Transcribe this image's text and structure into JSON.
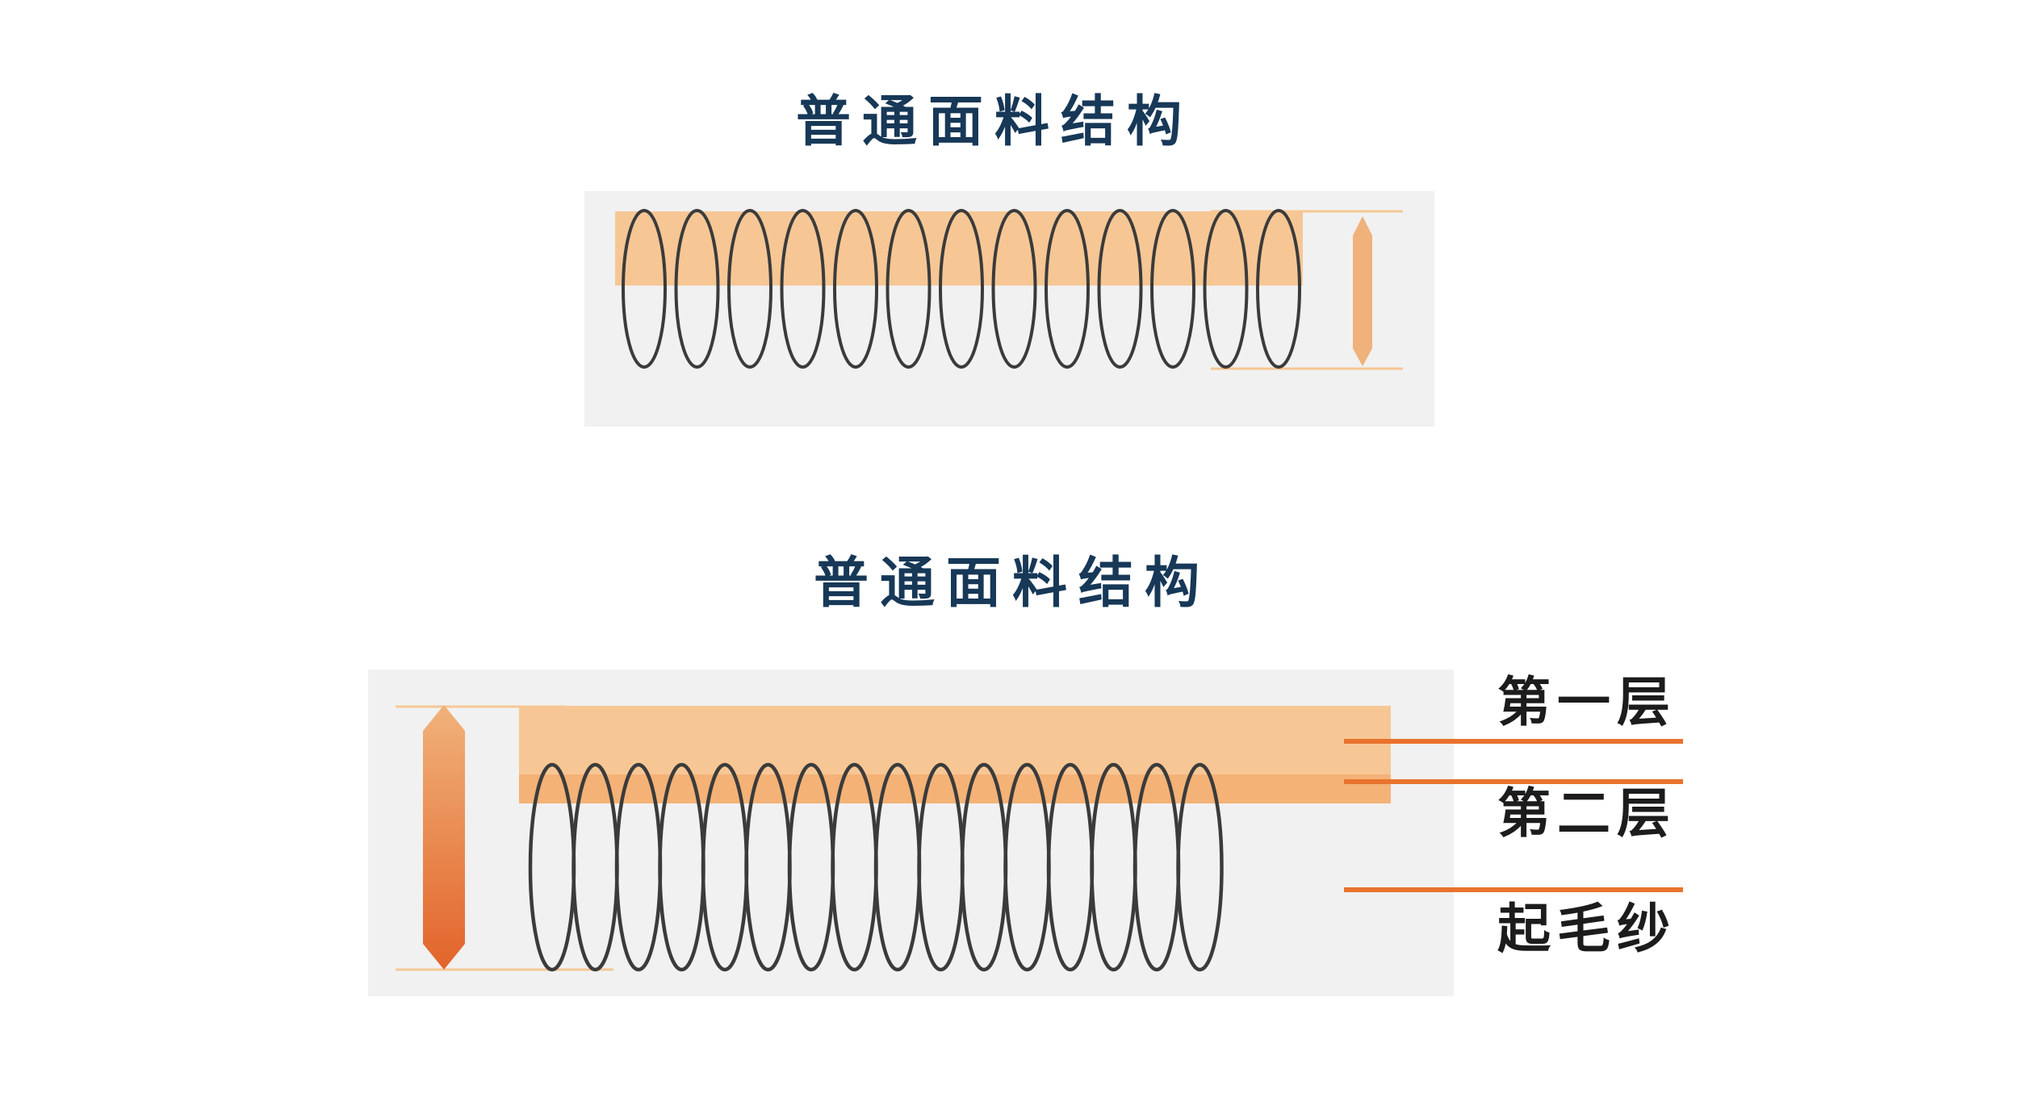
{
  "diagram": {
    "top": {
      "title": "普通面料结构"
    },
    "bottom": {
      "title": "普通面料结构",
      "labels": [
        "第一层",
        "第二层",
        "起毛纱"
      ]
    },
    "colors": {
      "title": "#173857",
      "panel": "#f1f1f1",
      "fabric_layer": "#f6c795",
      "leader_line": "#e8732d",
      "loop_stroke": "#3b3b3b",
      "arrow_light": "#f0b27a",
      "arrow_dark": "#e2642a"
    }
  }
}
